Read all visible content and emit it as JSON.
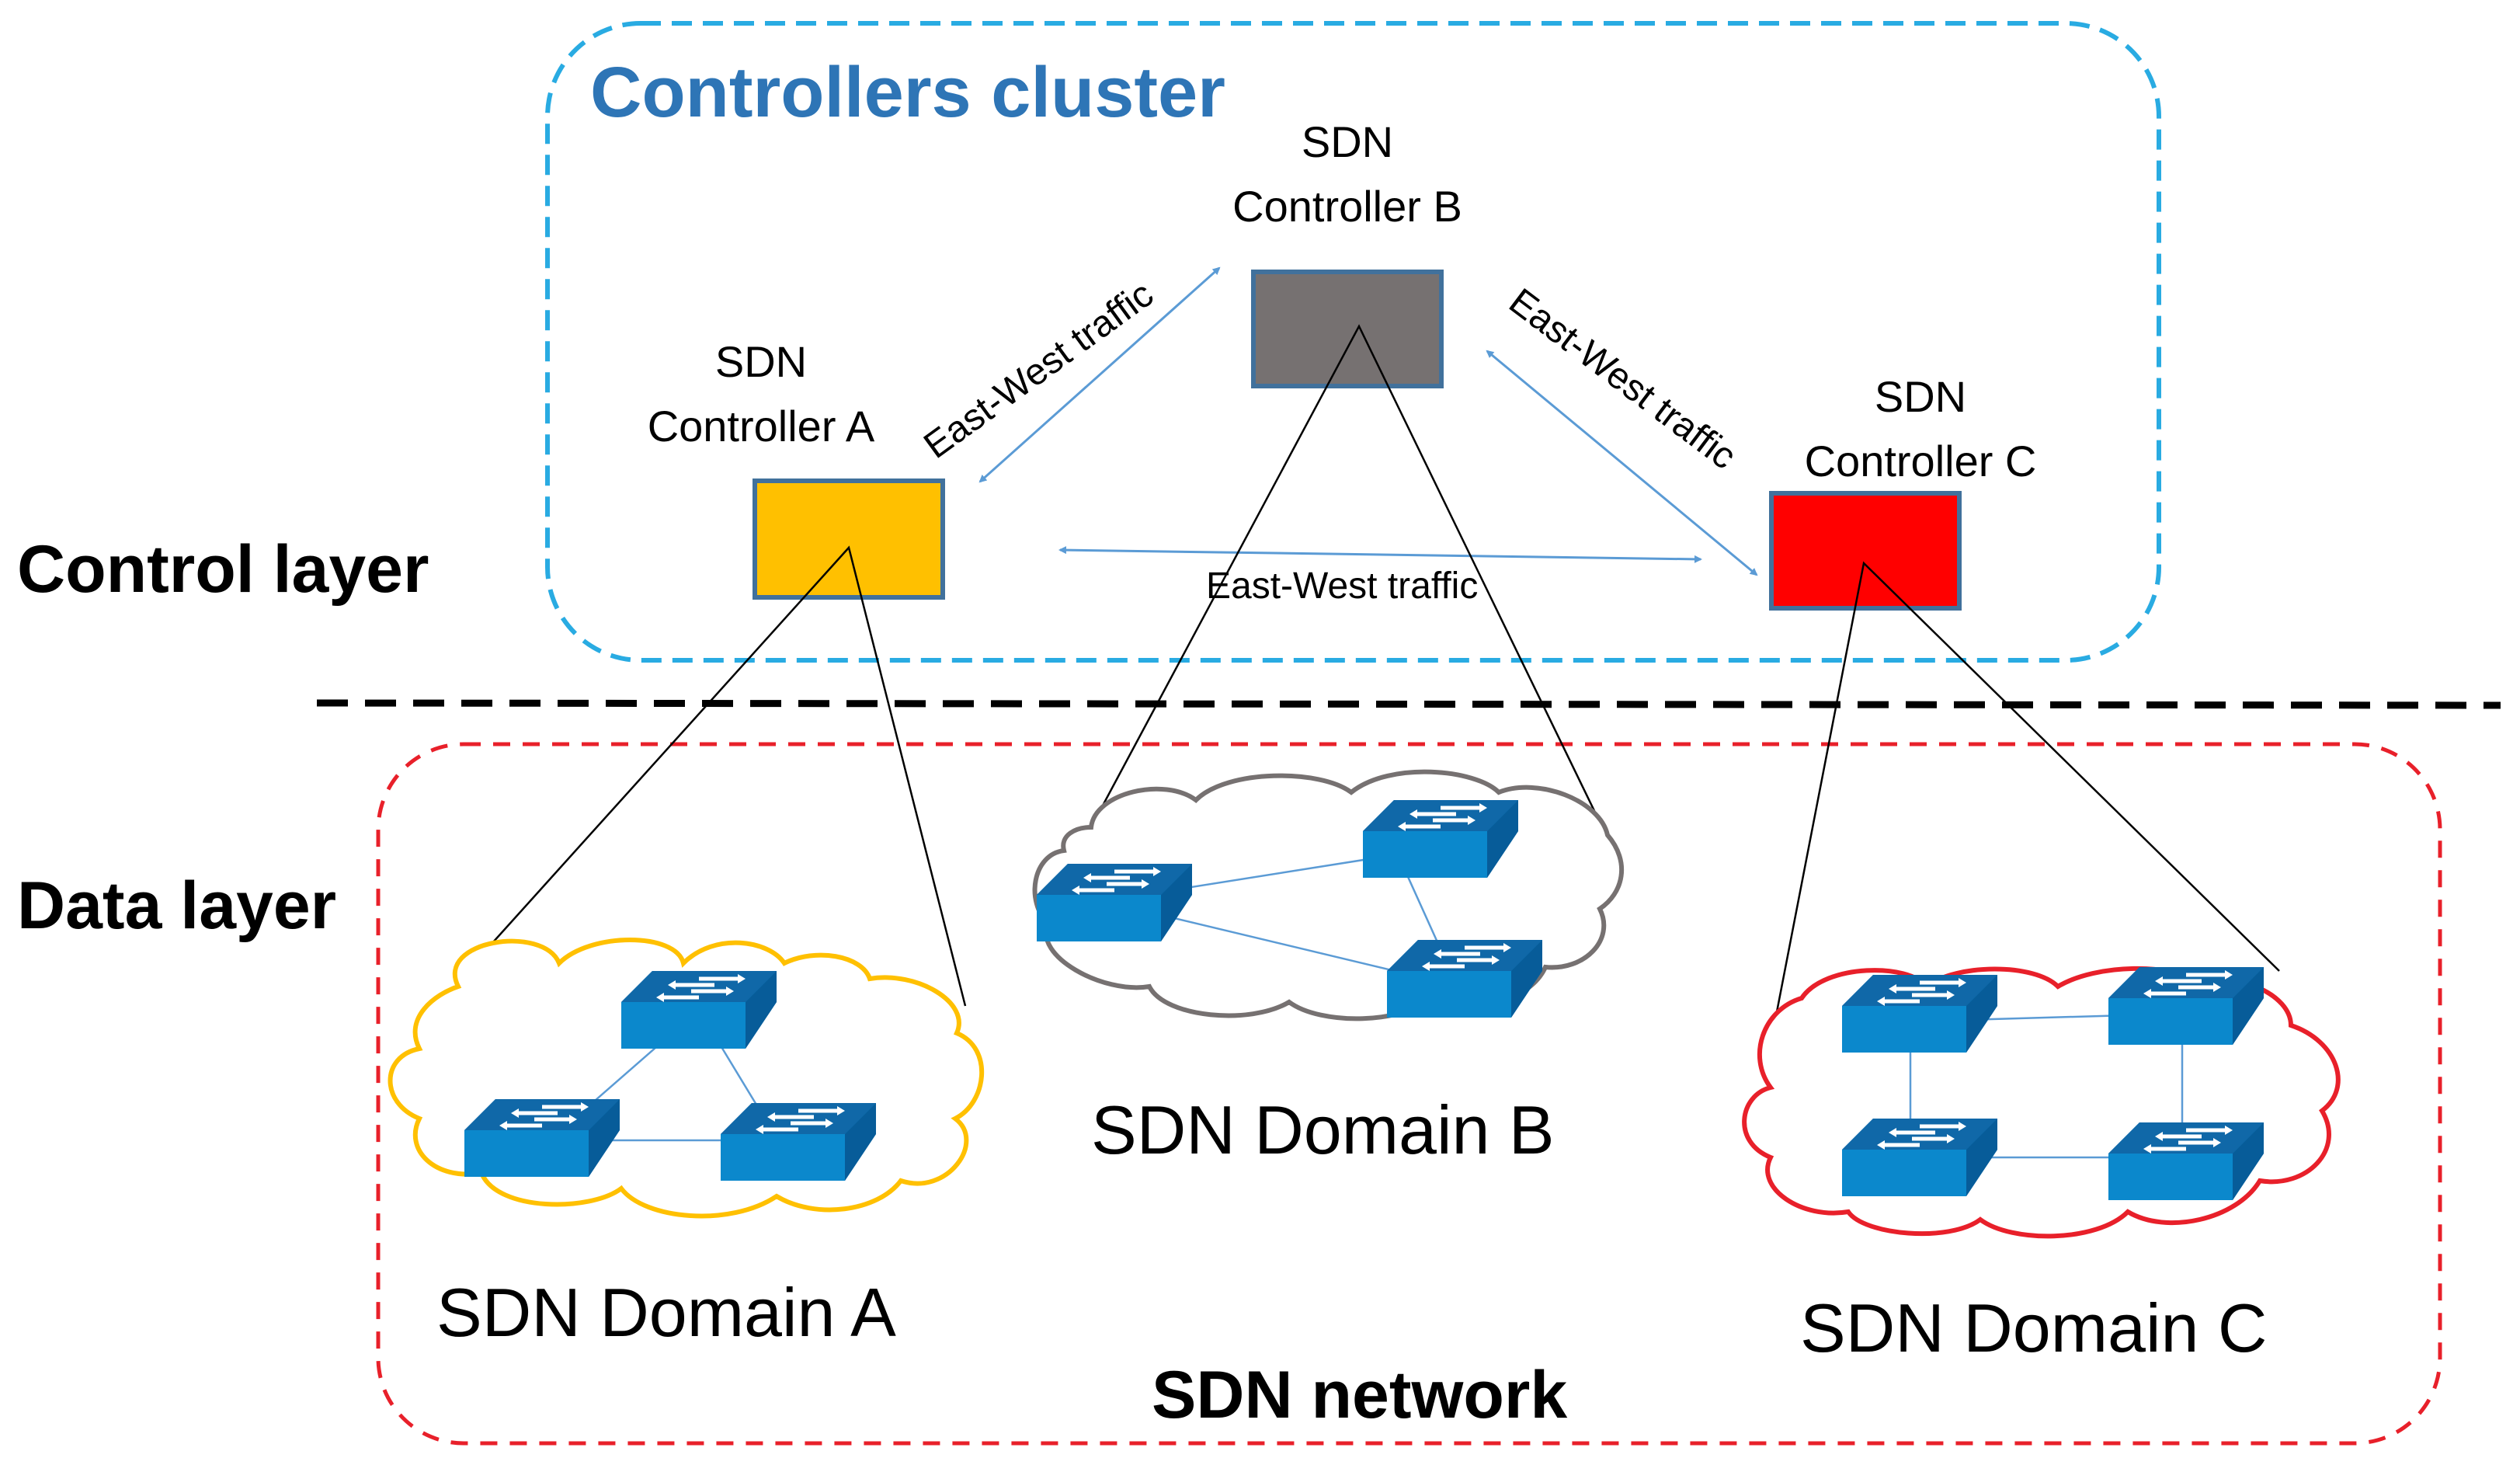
{
  "cluster": {
    "title": "Controllers cluster",
    "border_color": "#29ABE2",
    "title_color": "#2E75B6"
  },
  "layers": {
    "control": "Control layer",
    "data": "Data layer"
  },
  "network": {
    "label": "SDN network",
    "border_color": "#E8202A"
  },
  "controllers": [
    {
      "id": "A",
      "line1": "SDN",
      "line2": "Controller A",
      "color": "#FFC000"
    },
    {
      "id": "B",
      "line1": "SDN",
      "line2": "Controller B",
      "color": "#767171"
    },
    {
      "id": "C",
      "line1": "SDN",
      "line2": "Controller C",
      "color": "#FF0000"
    }
  ],
  "traffic": {
    "ab": "East-West traffic",
    "bc": "East-West traffic",
    "ac": "East-West traffic"
  },
  "domains": [
    {
      "id": "A",
      "label": "SDN Domain A",
      "cloud_color": "#FFC000",
      "switches": 3
    },
    {
      "id": "B",
      "label": "SDN Domain B",
      "cloud_color": "#767171",
      "switches": 3
    },
    {
      "id": "C",
      "label": "SDN Domain C",
      "cloud_color": "#E8202A",
      "switches": 4
    }
  ]
}
